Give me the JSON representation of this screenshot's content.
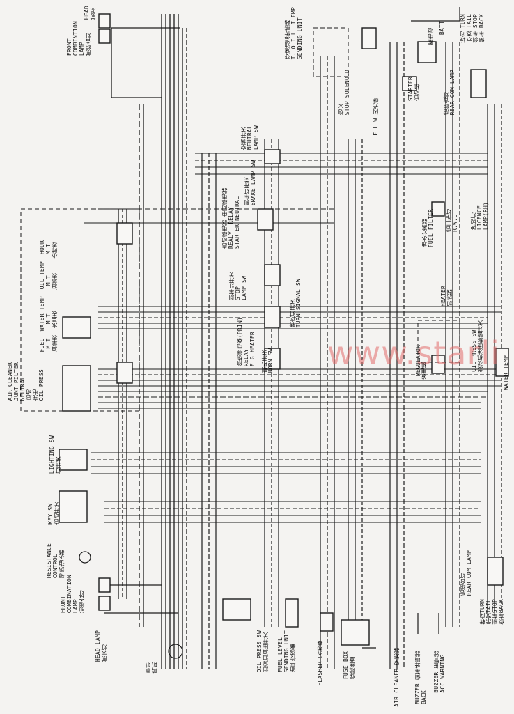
{
  "watermark": "www.starli",
  "labels": {
    "head_lamp_top": "HEAD\n前照",
    "front_combination_lamp_top": "FRONT\nCOMBINTION\nLAMP\n前组合灯",
    "oil_sending_unit": "变速油温传感器\nT. O I L  T EMP\nSENDING UNIT",
    "stop_solenoid": "熄火\nSTOP SOLENOID",
    "battery": "BATT",
    "battery_cn": "蓄电池",
    "turn_tail_stop_back_top": "转向 TURN\n示宽 TAIL\n刹车 STOP\n倒车 BACK",
    "rear_combination_lamp_top": "后组合灯\nREAR COM LAMP",
    "starter": "STARTER\n启动机",
    "flw_relay": "F L W 闪光继",
    "neutral_lamp_sw": "空挡开关\nNEUTRAL\nLAMP SW",
    "relays": "启动继电器 中间继电器\nREALY  RELAY\nSTARTER NEUTRAL",
    "brake_lamp_sw": "刹车灯开关\nBRAKE LAMP SW",
    "stop_lamp_sw": "刹车灯开关\nSTOP\nLAMP SW",
    "turn_signal_sw": "转向灯开关\nTURN SIGNAL SW",
    "preheat_relay": "预热继电器(PRIN)\nRELAY\nE G HEATER",
    "horn_sw": "喇叭开关\nHORN SW",
    "fuel_filter": "油水分离器\nFUEL FILTER",
    "rwl": "后工作灯\nR.W.L",
    "licence_lamp": "牌照灯\nLICENCE\nLAMP(RH)",
    "heater": "HEATER\n加热器",
    "regulator": "REGULATOR",
    "generator_cn": "发电机",
    "oil_press_sw_right": "OIL PRESS SW\n发动机油压报警开关",
    "water_temp": "WATER TEMP",
    "gauges": "FUEL  WATER TEMP  OIL TEMP  HOUR\n M T    M T        M T      M T\n油量表  水温表      油温表    小时表",
    "indicators": "AIR CLEANER\nJUNT PILTER\nNEUTRAL\n启动\n充电\nOIL PRESS",
    "lighting_sw": "LIGHTING SW\n灯开关",
    "key_sw": "KEY SW\n启动开关",
    "resistance_control": "RESISTANCE\nCONTROL\n预热指示器",
    "front_combination_lamp_bottom": "FRONT\nCOMBINATION\nLAMP\n前组合灯",
    "head_lamp_bottom": "HEAD LAMP\n前大灯",
    "horn": "喇叭\n鸣叭",
    "oil_press_sw_bottom": "OIL PRESS SW\n润滑油油压开关",
    "fuel_level_sending": "FUEL LEVEL\nSENDING UNIT\n油平传感器",
    "flasher": "FLASHER 闪光器",
    "fuse_box": "FUSE BOX\n保险丝盒",
    "air_cleaner_bottom": "AIR CLEANER 空滤器",
    "buzzer_back": "BUZZER 倒车蜂鸣器\nBACK",
    "buzzer_acc": "BUZZER 报警器\nACC WARNING",
    "rear_combination_lamp_bottom": "后组合灯\nREAR COM LAMP",
    "turn_tail_stop_back_bottom": "转向TURN\n示宽TAIL\n刹车STOP\n倒车BACK"
  }
}
